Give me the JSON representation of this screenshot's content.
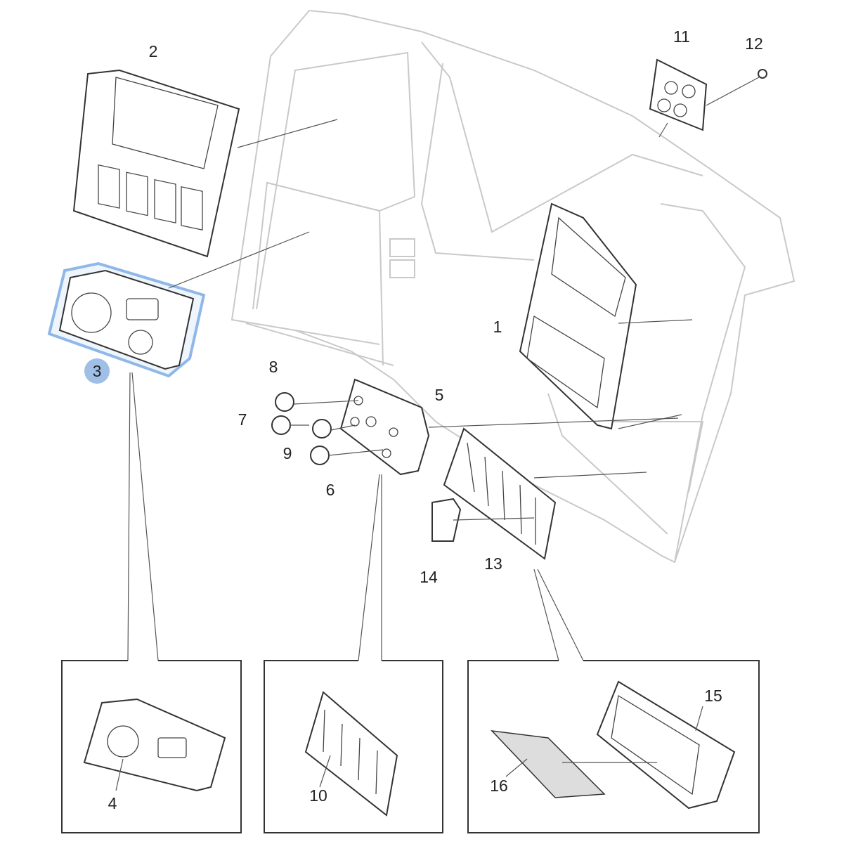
{
  "diagram": {
    "title": "Dashboard switch panel assembly",
    "highlight_color": "#8fb8e8",
    "callouts": [
      "1",
      "2",
      "3",
      "4",
      "5",
      "6",
      "7",
      "8",
      "9",
      "10",
      "11",
      "12",
      "13",
      "14",
      "15",
      "16"
    ],
    "selected_callout": "3"
  }
}
